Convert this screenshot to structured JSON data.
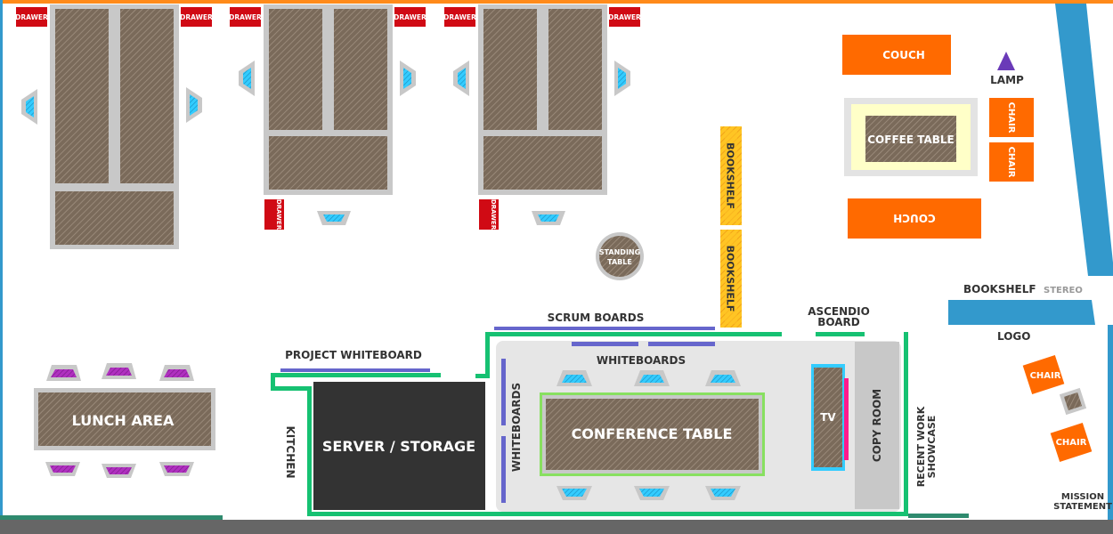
{
  "labels": {
    "drawer": "DRAWER",
    "couch": "COUCH",
    "lamp": "LAMP",
    "coffee_table": "COFFEE TABLE",
    "chair": "CHAIR",
    "bookshelf": "BOOKSHELF",
    "stereo": "STEREO",
    "standing_table": [
      "STANDING",
      "TABLE"
    ],
    "scrum_boards": "SCRUM BOARDS",
    "ascendio_board": [
      "ASCENDIO",
      "BOARD"
    ],
    "logo": "LOGO",
    "project_whiteboard": "PROJECT WHITEBOARD",
    "whiteboards": "WHITEBOARDS",
    "lunch_area": "LUNCH AREA",
    "kitchen": "KITCHEN",
    "server_storage": "SERVER / STORAGE",
    "conference_table": "CONFERENCE TABLE",
    "tv": "TV",
    "copy_room": "COPY ROOM",
    "recent_work_showcase": [
      "RECENT WORK",
      "SHOWCASE"
    ],
    "mission_statement": [
      "MISSION",
      "STATEMENT"
    ]
  },
  "colors": {
    "accent_orange": "#ff6a00",
    "drawer_red": "#d00a14",
    "bookshelf_yellow": "#ffc524",
    "wall_blue": "#3399cc",
    "furniture_brown": "#7a6a5a",
    "frame_gray": "#c8c8c8",
    "board_purple": "#6666cc",
    "wall_green": "#16c172",
    "server_dark": "#333333",
    "chair_cyan": "#33ccff",
    "chair_purple": "#b030c0",
    "lamp_purple": "#6a3ab8"
  }
}
